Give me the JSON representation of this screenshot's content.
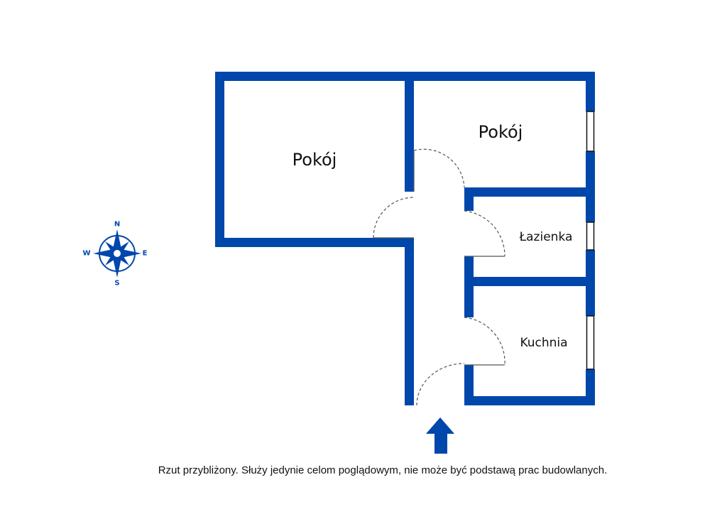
{
  "plan": {
    "wall_color": "#0047AB",
    "rooms": [
      {
        "id": "room-1",
        "label": "Pokój"
      },
      {
        "id": "room-2",
        "label": "Pokój"
      },
      {
        "id": "bathroom",
        "label": "Łazienka"
      },
      {
        "id": "kitchen",
        "label": "Kuchnia"
      }
    ]
  },
  "compass": {
    "north": "N",
    "south": "S",
    "east": "E",
    "west": "W"
  },
  "entrance": {
    "icon": "arrow-up-icon"
  },
  "disclaimer": "Rzut przybliżony. Służy jedynie celom poglądowym, nie może być podstawą prac budowlanych."
}
